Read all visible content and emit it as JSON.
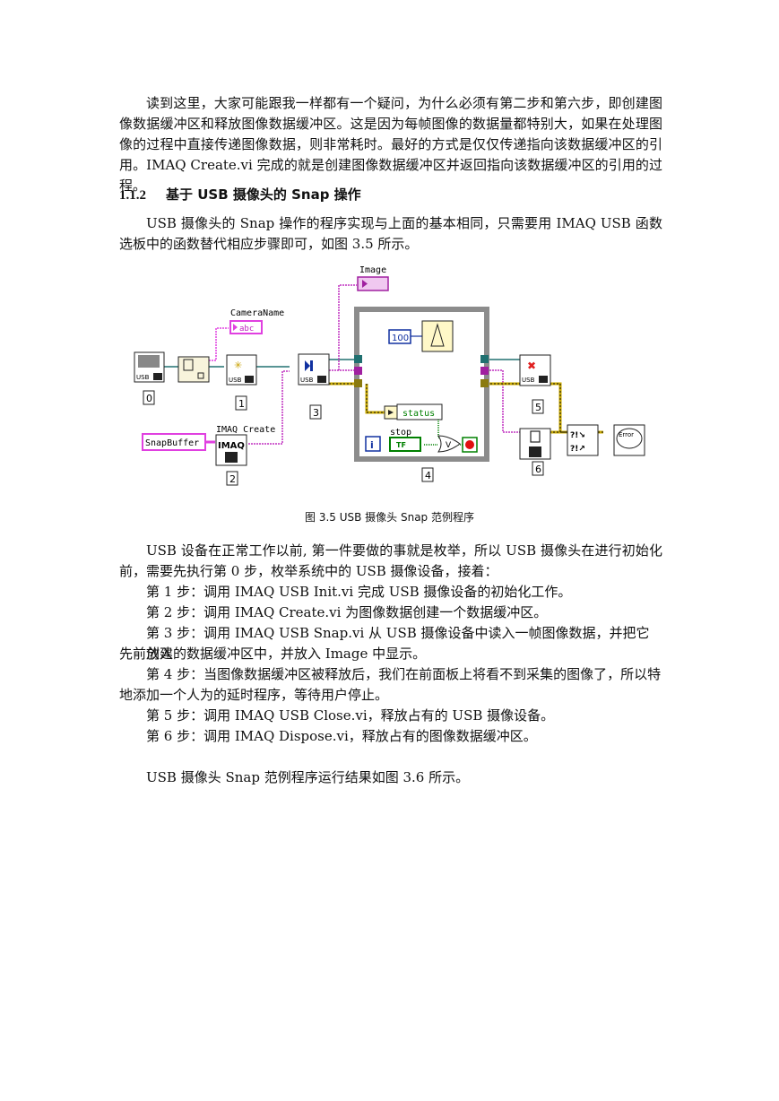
{
  "intro_paragraph": "读到这里，大家可能跟我一样都有一个疑问，为什么必须有第二步和第六步，即创建图像数据缓冲区和释放图像数据缓冲区。这是因为每帧图像的数据量都特别大，如果在处理图像的过程中直接传递图像数据，则非常耗时。最好的方式是仅仅传递指向该数据缓冲区的引用。IMAQ Create.vi 完成的就是创建图像数据缓冲区并返回指向该数据缓冲区的引用的过程。",
  "section": {
    "number": "1.1.2",
    "title": "基于 USB 摄像头的 Snap 操作"
  },
  "section_paragraph": "USB 摄像头的 Snap 操作的程序实现与上面的基本相同，只需要用 IMAQ USB 函数选板中的函数替代相应步骤即可，如图 3.5 所示。",
  "diagram": {
    "labels": {
      "image": "Image",
      "camera_name": "CameraName",
      "abc": "abc",
      "imaq_create": "IMAQ Create",
      "snap_buffer": "SnapBuffer",
      "imaq": "IMAQ",
      "usb": "USB",
      "constant_100": "100",
      "status": "status",
      "stop": "stop",
      "tf": "TF",
      "loop_index": "i",
      "error": "Error"
    },
    "step_numbers": [
      "0",
      "1",
      "2",
      "3",
      "4",
      "5",
      "6"
    ]
  },
  "figure_caption": "图 3.5 USB  摄像头 Snap 范例程序",
  "body_paragraph": "USB 设备在正常工作以前, 第一件要做的事就是枚举，所以 USB 摄像头在进行初始化前，需要先执行第 0 步，枚举系统中的 USB 摄像设备，接着：",
  "steps": [
    "第 1 步：调用 IMAQ USB Init.vi 完成 USB 摄像设备的初始化工作。",
    "第 2 步：调用 IMAQ Create.vi 为图像数据创建一个数据缓冲区。",
    "第 3 步：调用 IMAQ  USB  Snap.vi 从 USB 摄像设备中读入一帧图像数据，并把它放入",
    "先前创建的数据缓冲区中，并放入 Image 中显示。",
    "第 4 步：当图像数据缓冲区被释放后，我们在前面板上将看不到采集的图像了，所以特",
    "地添加一个人为的延时程序，等待用户停止。",
    "第 5 步：调用 IMAQ USB Close.vi，释放占有的 USB 摄像设备。",
    "第 6 步：调用 IMAQ Dispose.vi，释放占有的图像数据缓冲区。"
  ],
  "closing_paragraph": "USB  摄像头 Snap 范例程序运行结果如图 3.6 所示。",
  "colors": {
    "string_wire": "#e040e0",
    "image_wire": "#a020a0",
    "error_wire": "#c8a800",
    "ref_wire": "#207070",
    "numeric": "#1030a0",
    "boolean": "#008000",
    "loop_frame": "#909090"
  }
}
